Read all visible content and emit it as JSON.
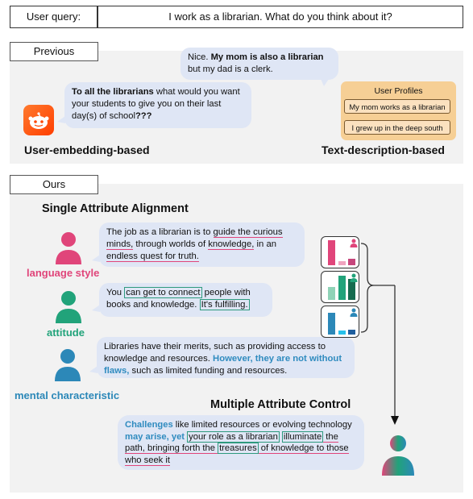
{
  "query": {
    "label": "User query:",
    "text": "I work as a librarian. What do you think about it?"
  },
  "previous": {
    "tab": "Previous",
    "bubble_right": {
      "lead": "Nice.  ",
      "bold": "My mom is also a librarian",
      "rest": " but my dad is a clerk."
    },
    "bubble_left": {
      "bold_start": "To all the librarians",
      "middle": " what would you want your students to give you on their last day(s) of school",
      "bold_end": "???"
    },
    "caption_left": "User-embedding-based",
    "caption_right": "Text-description-based",
    "profiles": {
      "title": "User Profiles",
      "items": [
        "My mom works as a librarian",
        "I grew up in the deep south"
      ]
    }
  },
  "ours": {
    "tab": "Ours",
    "single_heading": "Single Attribute Alignment",
    "multi_heading": "Multiple Attribute Control",
    "attributes": [
      {
        "label": "language style",
        "color": "#e0457a"
      },
      {
        "label": "attitude",
        "color": "#21a37a"
      },
      {
        "label": "mental characteristic",
        "color": "#2c88b8"
      }
    ],
    "bubble1": {
      "t1": "The job as a librarian is to ",
      "u1": "guide the curious",
      "t2": " ",
      "u2": "minds,",
      "t3": "  through worlds of ",
      "u3": "knowledge,",
      "t4": "  in an ",
      "u4": "endless quest for truth."
    },
    "bubble2": {
      "t1": "You ",
      "b1": "can get to connect",
      "t2": " people with books and knowledge. ",
      "b2": "It's fulfilling."
    },
    "bubble3": {
      "t1": "Libraries have their merits, such as providing access to knowledge and resources. ",
      "b1": "However, they are not without flaws,",
      "t2": " such as limited funding and resources."
    },
    "bubble4": {
      "b1": "Challenges",
      "t1": " like limited resources or evolving technology ",
      "b2": "may arise, yet",
      "g1": "your role as a librarian",
      "g2": "illuminate",
      "t2": " the path,  bringing forth the ",
      "g3": "treasures",
      "t3": " of knowledge to those who seek it"
    },
    "colors": {
      "red": "#e0457a",
      "green": "#21a37a",
      "blue": "#2c88b8",
      "bubble": "#dfe6f5"
    }
  }
}
